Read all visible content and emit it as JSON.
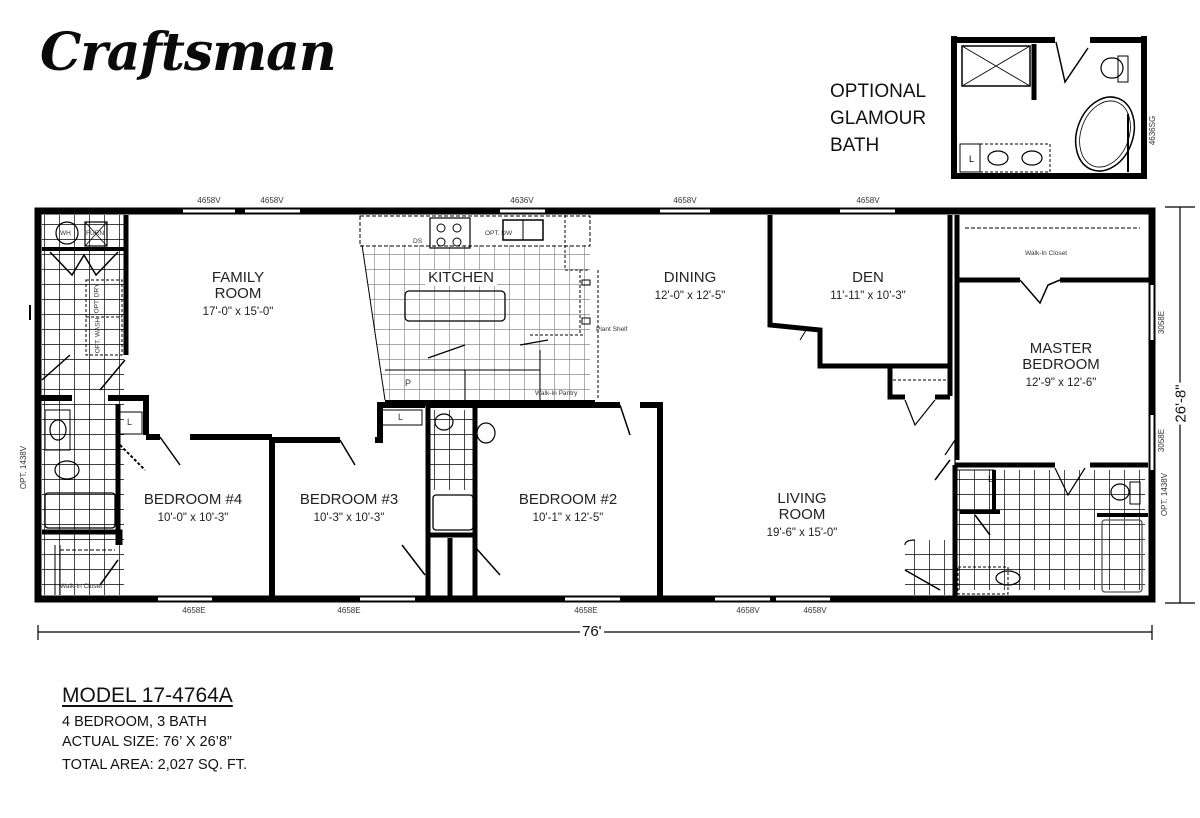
{
  "brand": {
    "name": "Craftsman"
  },
  "optional_inset": {
    "label_lines": [
      "OPTIONAL",
      "GLAMOUR",
      "BATH"
    ],
    "window_code": "4636SG",
    "fixtures": [
      "shower",
      "toilet",
      "garden-tub",
      "double-sink",
      "linen"
    ]
  },
  "rooms": [
    {
      "id": "family-room",
      "name_lines": [
        "FAMILY",
        "ROOM"
      ],
      "size": "17'-0\" x 15'-0\""
    },
    {
      "id": "kitchen",
      "name_lines": [
        "KITCHEN"
      ],
      "size": ""
    },
    {
      "id": "dining",
      "name_lines": [
        "DINING"
      ],
      "size": "12'-0\" x 12'-5\""
    },
    {
      "id": "den",
      "name_lines": [
        "DEN"
      ],
      "size": "11'-11\" x 10'-3\""
    },
    {
      "id": "master-bedroom",
      "name_lines": [
        "MASTER",
        "BEDROOM"
      ],
      "size": "12'-9\" x 12'-6\""
    },
    {
      "id": "bedroom-4",
      "name_lines": [
        "BEDROOM #4"
      ],
      "size": "10'-0\" x 10'-3\""
    },
    {
      "id": "bedroom-3",
      "name_lines": [
        "BEDROOM #3"
      ],
      "size": "10'-3\" x 10'-3\""
    },
    {
      "id": "bedroom-2",
      "name_lines": [
        "BEDROOM #2"
      ],
      "size": "10'-1\" x 12'-5\""
    },
    {
      "id": "living-room",
      "name_lines": [
        "LIVING",
        "ROOM"
      ],
      "size": "19'-6\" x 15'-0\""
    }
  ],
  "small_labels": {
    "wh": "WH",
    "furn": "FURN",
    "opt_dry": "OPT. DRY",
    "opt_wash": "OPT. WASH",
    "dw": "DS",
    "opt_dw": "OPT. DW",
    "plant_shelf": "Plant Shelf",
    "walk_in_pantry": "Walk-In Pantry",
    "pantry": "P",
    "linen": "L",
    "walk_in_closet": "Walk-In Closet"
  },
  "windows": {
    "top": [
      "4658V",
      "4658V",
      "4636V",
      "4658V",
      "4658V"
    ],
    "bottom": [
      "4658E",
      "4658E",
      "4658E",
      "4658V",
      "4658V"
    ],
    "left": "OPT. 1438V",
    "right": [
      "3058E",
      "3058E",
      "OPT. 1438V"
    ]
  },
  "dimensions": {
    "width": "76'",
    "depth": "26'-8\""
  },
  "model_info": {
    "model": "MODEL 17-4764A",
    "beds_baths": "4 BEDROOM, 3 BATH",
    "actual_size": "ACTUAL SIZE: 76’ X 26’8”",
    "total_area": "TOTAL AREA: 2,027 SQ. FT."
  }
}
